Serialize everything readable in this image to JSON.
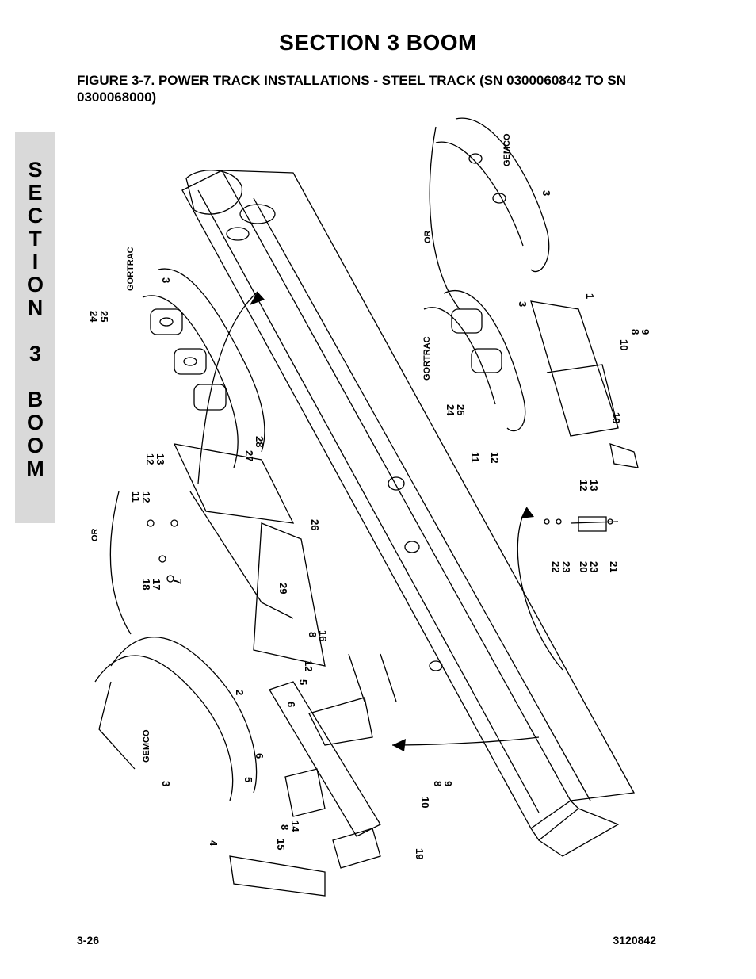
{
  "header": {
    "section_title": "SECTION 3   BOOM",
    "figure_title": "FIGURE 3-7.   POWER TRACK INSTALLATIONS - STEEL TRACK (SN 0300060842 TO SN 0300068000)"
  },
  "side_tab": {
    "text": "S\nE\nC\nT\nI\nO\nN\n\n3\n\nB\nO\nO\nM"
  },
  "diagram": {
    "labels": {
      "gemco": "GEMCO",
      "gortrac": "GORTRAC",
      "or": "OR"
    },
    "callouts": {
      "c3": "3",
      "c1": "1",
      "c8": "8",
      "c9": "9",
      "c10": "10",
      "c24": "24",
      "c25": "25",
      "c11": "11",
      "c12": "12",
      "c13": "13",
      "c19": "19",
      "c22": "22",
      "c23": "23",
      "c20": "20",
      "c21": "21",
      "c27": "27",
      "c28": "28",
      "c26": "26",
      "c29": "29",
      "c18": "18",
      "c17": "17",
      "c7": "7",
      "c16": "16",
      "c5": "5",
      "c6": "6",
      "c2": "2",
      "c4": "4",
      "c14": "14",
      "c15": "15"
    }
  },
  "footer": {
    "page_number": "3-26",
    "doc_number": "3120842"
  }
}
